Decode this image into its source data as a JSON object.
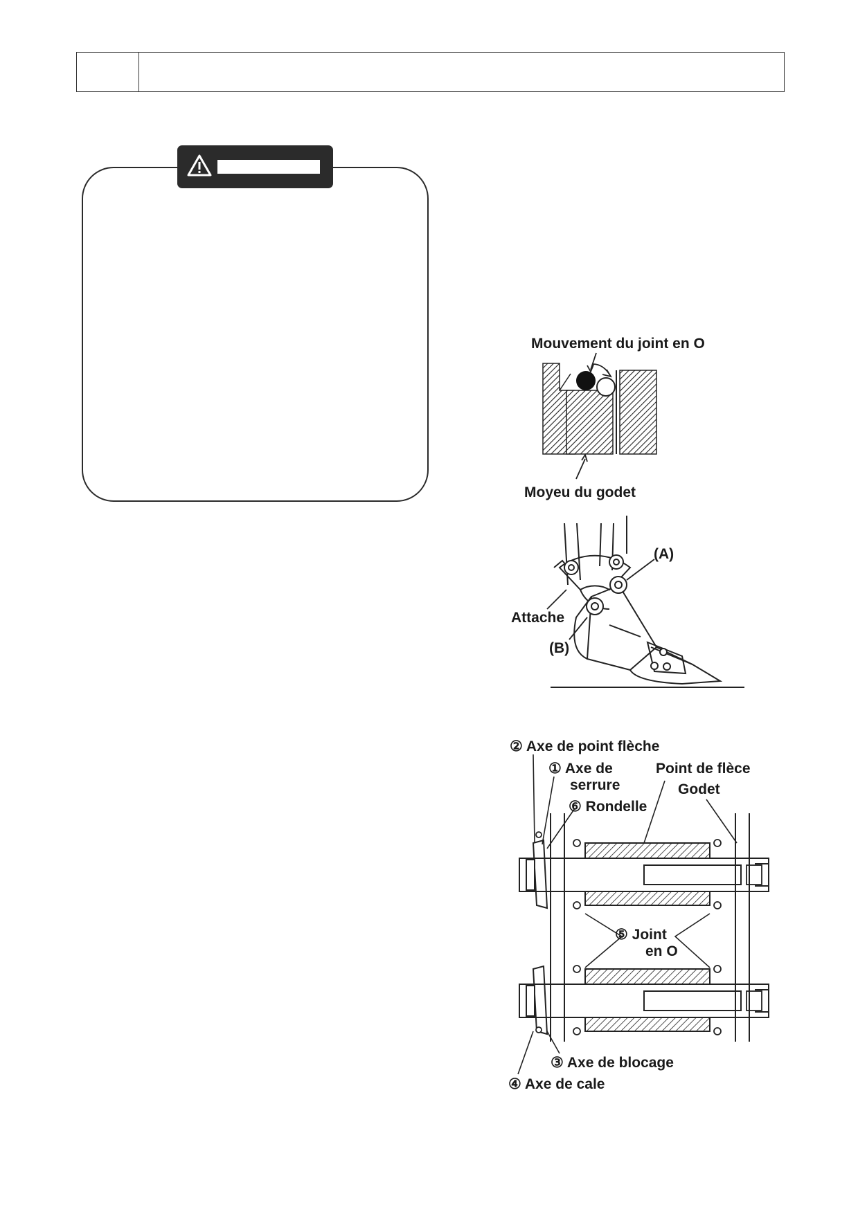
{
  "fig1": {
    "label_top": "Mouvement du joint en O",
    "label_bottom": "Moyeu du godet"
  },
  "fig2": {
    "label_a": "(A)",
    "label_attache": "Attache",
    "label_b": "(B)"
  },
  "fig3": {
    "label_2": "② Axe de point flèche",
    "label_1a": "① Axe de",
    "label_1b": "serrure",
    "label_point": "Point de flèce",
    "label_godet": "Godet",
    "label_6": "⑥ Rondelle",
    "label_5a": "⑤ Joint",
    "label_5b": "en O",
    "label_3": "③ Axe de blocage",
    "label_4": "④ Axe de cale"
  },
  "icons": {
    "warning": "warning-triangle-icon"
  },
  "colors": {
    "ink": "#1a1a1a",
    "tab": "#2b2b2b"
  }
}
